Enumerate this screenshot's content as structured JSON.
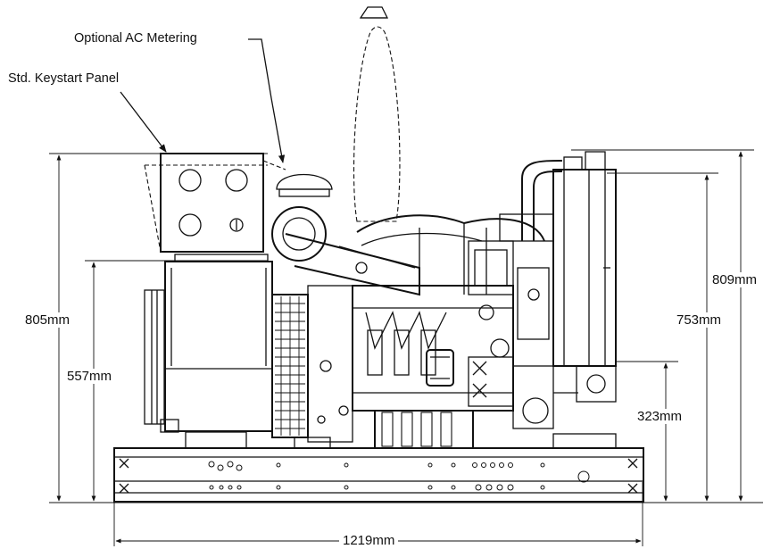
{
  "callouts": {
    "ac_metering": "Optional AC Metering",
    "keystart_panel": "Std. Keystart Panel"
  },
  "dimensions": {
    "overall_height": "805mm",
    "alternator_height": "557mm",
    "radiator_height": "809mm",
    "radiator_core_height": "753mm",
    "radiator_bottom": "323mm",
    "overall_length": "1219mm"
  }
}
